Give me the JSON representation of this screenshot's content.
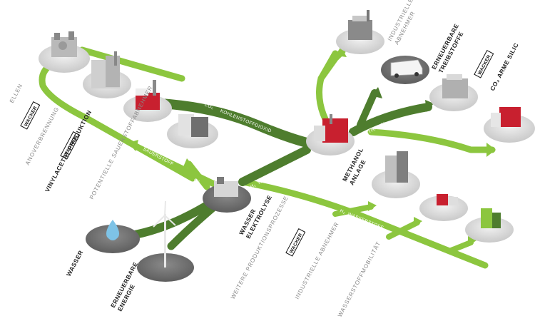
{
  "colors": {
    "light_green": "#8cc63f",
    "dark_green": "#4e7d2e",
    "disc": "#dcdcdc",
    "red": "#c8202f",
    "water": "#7ec3e6"
  },
  "brand": "WACKER",
  "left_labels": {
    "partial_top": "ELLEN",
    "combustion": "ANOVERBRENNUNG",
    "vinyl": "VINYLACETAT PRODUKTION",
    "potential": "POTENTIELLE SAUERSTOFFABNEHMER"
  },
  "nodes": {
    "water": "WASSER",
    "energy_line1": "ERNEUERBARE",
    "energy_line2": "ENERGIE",
    "electrolysis_line1": "WASSER",
    "electrolysis_line2": "ELEKTROLYSE",
    "methanol_line1": "METHANOL",
    "methanol_line2": "ANLAGE",
    "industrial_top_line1": "INDUSTRIELLE",
    "industrial_top_line2": "ABNEHMER",
    "fuels_line1": "ERNEUERBARE",
    "fuels_line2": "TREIBSTOFFE",
    "co2_arme": "CO₂ ARME SILIC"
  },
  "flows": {
    "co2": "CO₂",
    "co2_word": "KOHLENSTOFFDIOXID",
    "oxygen_word": "SAUERSTOFF",
    "o2": "O₂",
    "h2": "H₂",
    "h2_word": "WASSERSTOFF",
    "h2b": "H₂",
    "h2b_word": "WASSERSTOFF",
    "methanol_word": "METHANOL"
  },
  "bottom_labels": {
    "weitere": "WEITERE PRODUKTIONSPROZESSE",
    "industrial": "INDUSTRIELLE ABNEHMER",
    "mobility": "WASSERSTOFFMOBILITÄT"
  }
}
